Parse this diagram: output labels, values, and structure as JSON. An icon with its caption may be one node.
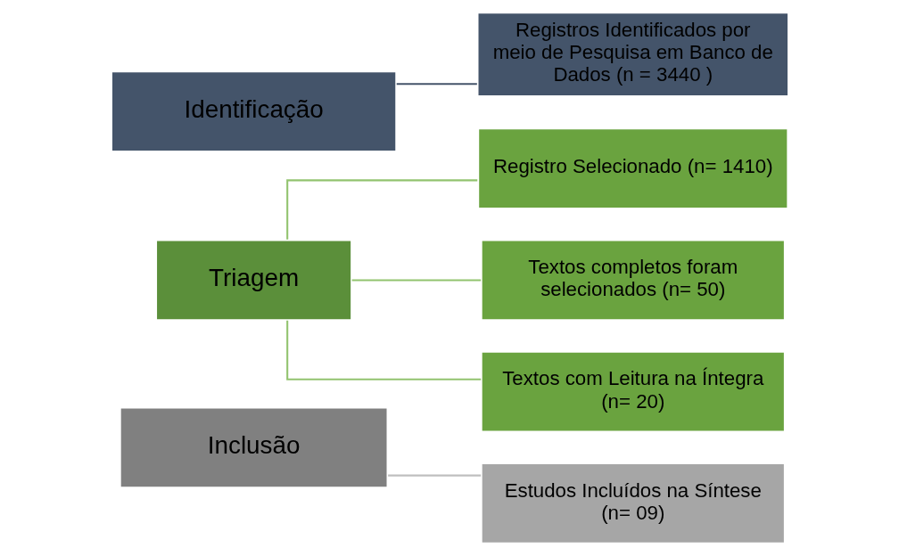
{
  "diagram": {
    "nodes": [
      {
        "text": [
          "Identificação"
        ]
      },
      {
        "text": [
          "Registros Identificados por meio de Pesquisa em Banco de Dados (n = 3440 )"
        ]
      },
      {
        "text": [
          "Triagem"
        ]
      },
      {
        "text": [
          "Registro Selecionado (n= 1410)"
        ]
      },
      {
        "text": [
          "Textos completos foram selecionados (n= 50)"
        ]
      },
      {
        "text": [
          "Textos com Leitura na Íntegra (n= 20)"
        ]
      },
      {
        "text": [
          "Inclusão"
        ]
      },
      {
        "text": [
          "Estudos Incluídos na Síntese (n= 09)"
        ]
      }
    ],
    "edges": [
      {
        "from": 0,
        "to": 1,
        "arrow": "none",
        "color": "#44546a"
      },
      {
        "from": 2,
        "to": 3,
        "arrow": "none"
      },
      {
        "from": 2,
        "to": 4,
        "arrow": "none"
      },
      {
        "from": 2,
        "to": 5,
        "arrow": "none"
      },
      {
        "from": 6,
        "to": 7,
        "arrow": "none",
        "color": "#bfbfbf"
      }
    ]
  }
}
